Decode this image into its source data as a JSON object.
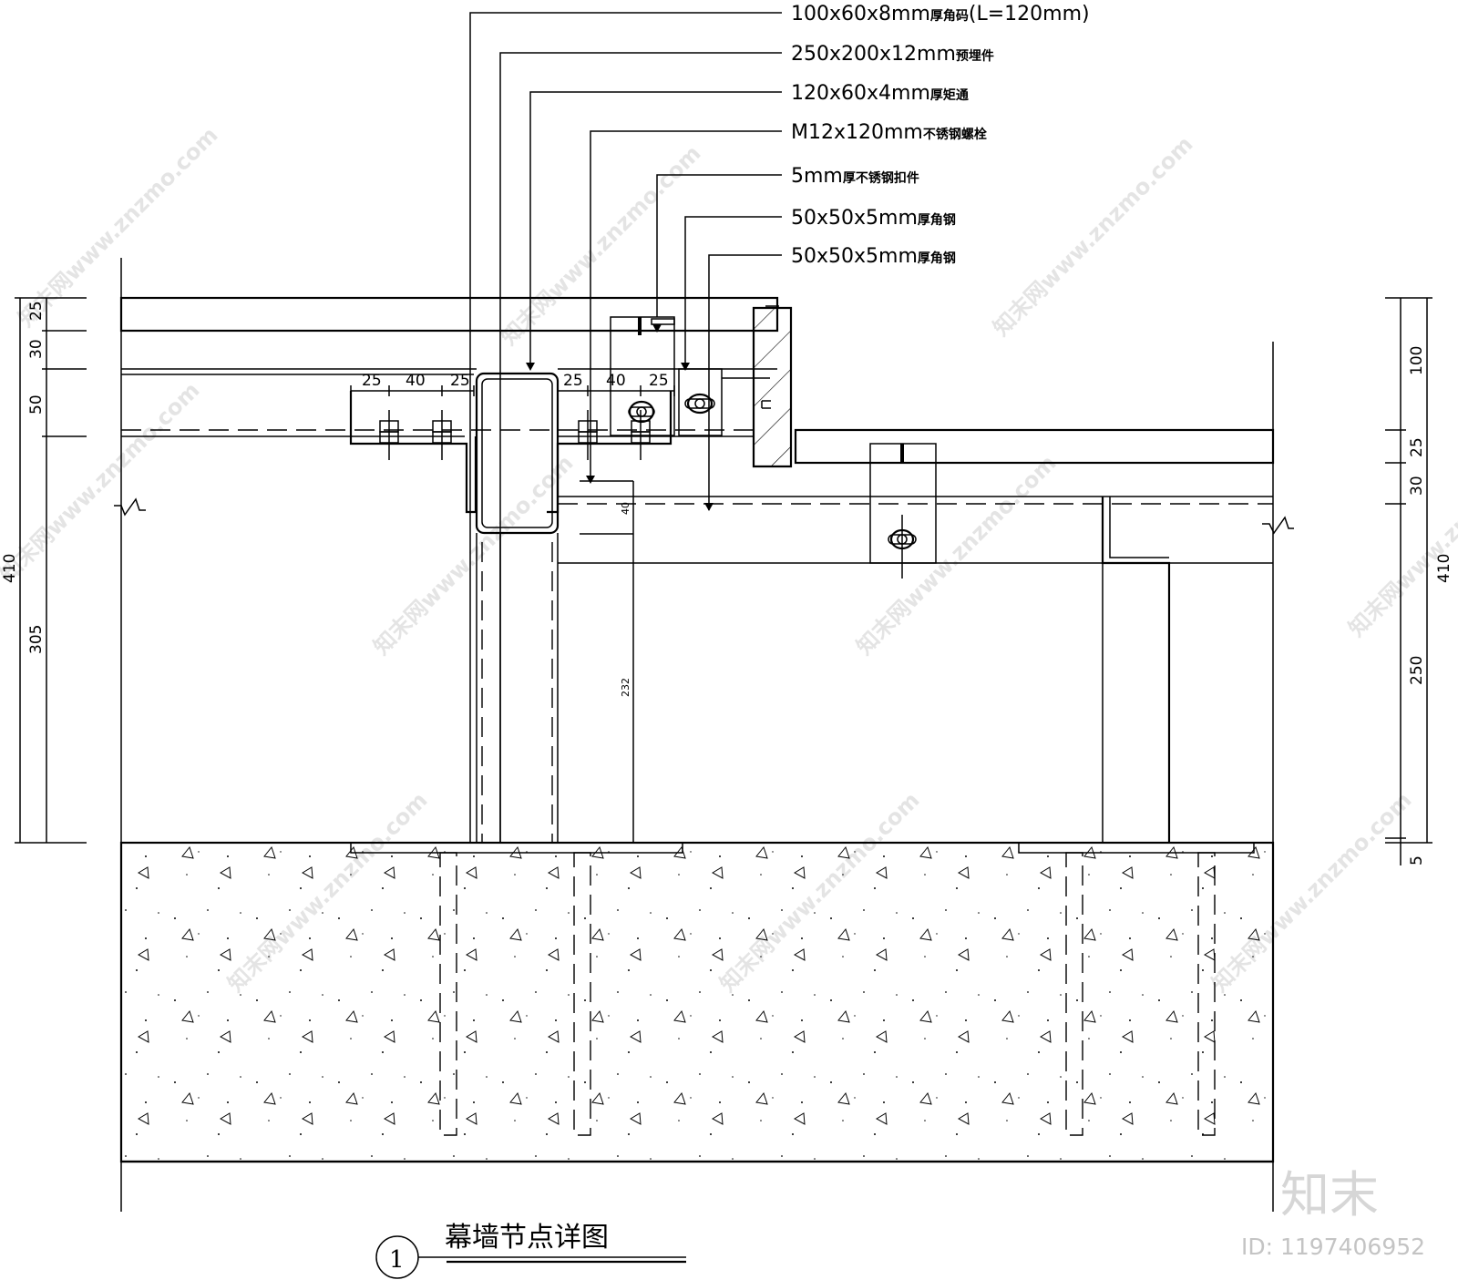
{
  "callouts": [
    {
      "main": "100x60x8mm",
      "cn": "厚角码",
      "tail": "(L=120mm)"
    },
    {
      "main": "250x200x12mm",
      "cn": "预埋件",
      "tail": ""
    },
    {
      "main": "120x60x4mm",
      "cn": "厚矩通",
      "tail": ""
    },
    {
      "main": "M12x120mm",
      "cn": "不锈钢螺栓",
      "tail": ""
    },
    {
      "main": "5mm",
      "cn": "厚不锈钢扣件",
      "tail": ""
    },
    {
      "main": "50x50x5mm",
      "cn": "厚角钢",
      "tail": ""
    },
    {
      "main": "50x50x5mm",
      "cn": "厚角钢",
      "tail": ""
    }
  ],
  "dimensions": {
    "left": [
      "25",
      "30",
      "50",
      "305",
      "410"
    ],
    "right": [
      "100",
      "25",
      "30",
      "250",
      "5",
      "410"
    ],
    "horizontal_left": [
      "25",
      "40",
      "25"
    ],
    "horizontal_right": [
      "25",
      "40",
      "25"
    ],
    "small": [
      "40",
      "232"
    ]
  },
  "title": {
    "number": "1",
    "text": "幕墙节点详图"
  },
  "watermark": {
    "text": "知末网www.znzmo.com",
    "logo": "知末",
    "id": "ID: 1197406952"
  }
}
